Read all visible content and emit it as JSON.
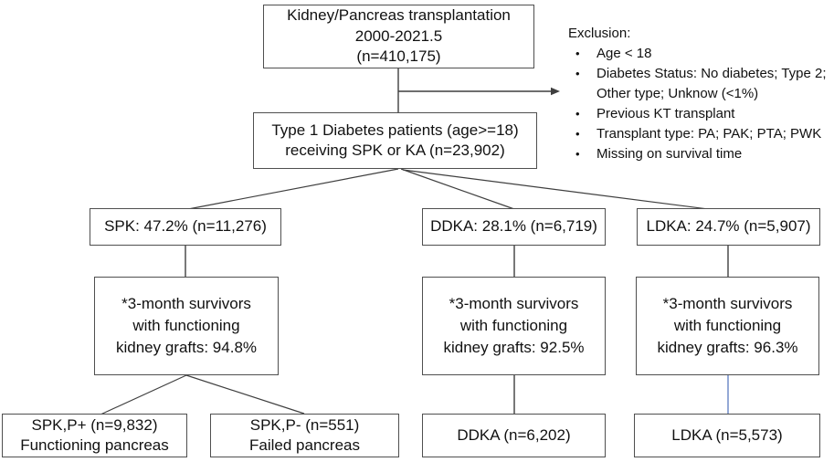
{
  "diagram": {
    "title_box": {
      "text": "Kidney/Pancreas transplantation\n2000-2021.5\n(n=410,175)"
    },
    "cohort_box": {
      "text": "Type 1 Diabetes patients (age>=18)\nreceiving SPK or KA (n=23,902)"
    },
    "exclusion": {
      "heading": "Exclusion:",
      "bullet": "•",
      "items": [
        {
          "text": "Age < 18"
        },
        {
          "text": "Diabetes Status: No diabetes; Type 2;\nOther type; Unknow (<1%)"
        },
        {
          "text": "Previous KT transplant"
        },
        {
          "text": "Transplant type:  PA; PAK; PTA; PWK"
        },
        {
          "text": "Missing on survival time"
        }
      ]
    },
    "group_boxes": {
      "spk": {
        "text": "SPK: 47.2% (n=11,276)"
      },
      "ddka": {
        "text": "DDKA: 28.1% (n=6,719)"
      },
      "ldka": {
        "text": "LDKA: 24.7% (n=5,907)"
      }
    },
    "survivor_boxes": {
      "spk": {
        "text": "*3-month survivors\nwith functioning\nkidney grafts: 94.8%"
      },
      "ddka": {
        "text": "*3-month survivors\nwith functioning\nkidney grafts: 92.5%"
      },
      "ldka": {
        "text": "*3-month survivors\nwith functioning\nkidney grafts: 96.3%"
      }
    },
    "outcome_boxes": {
      "spk_p_plus": {
        "text": "SPK,P+ (n=9,832)\nFunctioning pancreas"
      },
      "spk_p_minus": {
        "text": "SPK,P- (n=551)\nFailed pancreas"
      },
      "ddka": {
        "text": "DDKA (n=6,202)"
      },
      "ldka": {
        "text": "LDKA (n=5,573)"
      }
    },
    "colors": {
      "box_border": "#4f4f4f",
      "connector": "#3f3f3f",
      "highlight_connector": "#94a9d6",
      "text": "#111111",
      "background": "#ffffff"
    }
  }
}
